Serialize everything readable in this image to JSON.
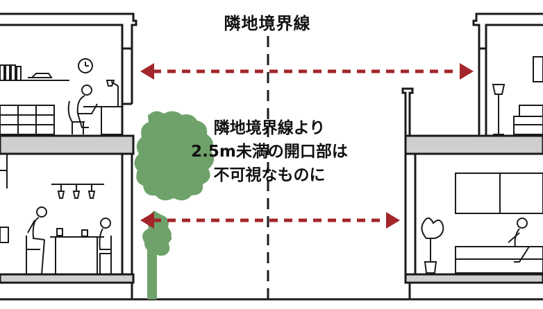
{
  "diagram": {
    "boundary_label": "隣地境界線",
    "note_lines": [
      "隣地境界線より",
      "2.5m未満の開口部は",
      "不可視なものに"
    ],
    "colors": {
      "arrow": "#a3262a",
      "tree": "#6ea26a",
      "outline": "#1a1a1a",
      "floor": "#cfcfcf"
    },
    "icons": [
      "clock-icon",
      "car-model-icon",
      "books-icon",
      "desk-lamp-icon",
      "pendant-lamp-icon",
      "potted-plant-icon",
      "sofa-icon",
      "bed-icon",
      "floor-lamp-icon",
      "window-icon"
    ]
  }
}
